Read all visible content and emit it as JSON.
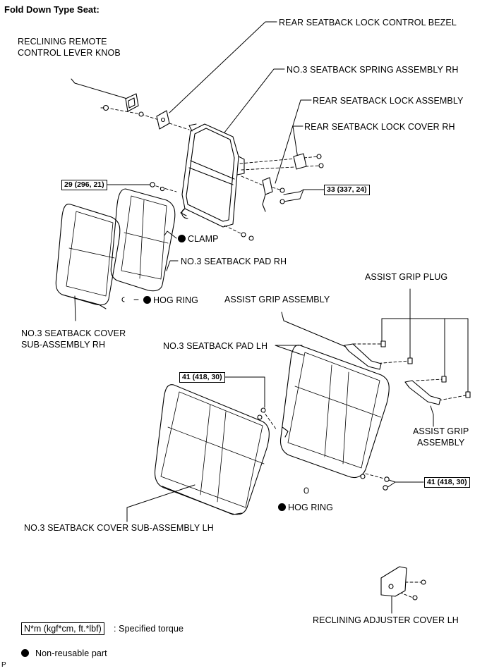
{
  "title": "Fold Down Type Seat:",
  "labels": {
    "reclining_knob_1": "RECLINING REMOTE",
    "reclining_knob_2": "CONTROL LEVER KNOB",
    "lock_bezel": "REAR SEATBACK LOCK CONTROL BEZEL",
    "spring_assy": "NO.3 SEATBACK SPRING ASSEMBLY RH",
    "lock_assy": "REAR SEATBACK LOCK ASSEMBLY",
    "lock_cover": "REAR SEATBACK LOCK COVER RH",
    "clamp": "CLAMP",
    "pad_rh": "NO.3 SEATBACK PAD RH",
    "hog_ring_1": "HOG RING",
    "cover_rh_1": "NO.3 SEATBACK COVER",
    "cover_rh_2": "SUB-ASSEMBLY RH",
    "grip_plug": "ASSIST GRIP PLUG",
    "grip_assy_top": "ASSIST GRIP ASSEMBLY",
    "pad_lh": "NO.3 SEATBACK PAD LH",
    "grip_assy_right_1": "ASSIST GRIP",
    "grip_assy_right_2": "ASSEMBLY",
    "hog_ring_2": "HOG RING",
    "cover_lh": "NO.3 SEATBACK COVER SUB-ASSEMBLY LH",
    "recl_adj_cover": "RECLINING ADJUSTER COVER LH"
  },
  "torques": {
    "t29": "29 (296, 21)",
    "t33": "33 (337, 24)",
    "t41_left": "41 (418, 30)",
    "t41_right": "41 (418, 30)"
  },
  "legend": {
    "torque_units": "N*m (kgf*cm, ft.*lbf)",
    "torque_desc": ": Specified torque",
    "non_reusable": "Non-reusable part"
  },
  "footer_code": "P"
}
